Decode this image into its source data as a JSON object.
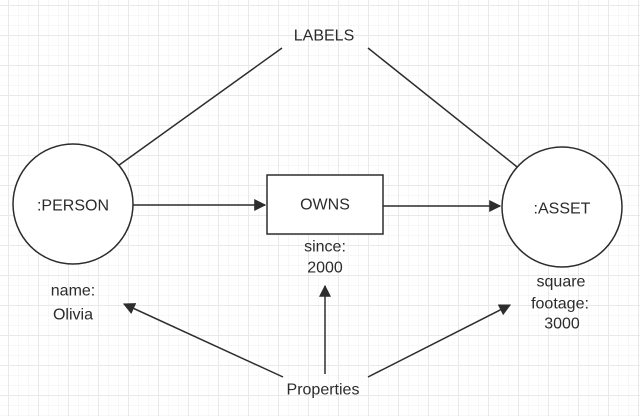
{
  "diagram": {
    "title_annotations": {
      "labels_annotation": "LABELS",
      "properties_annotation": "Properties"
    },
    "nodes": {
      "person_label": ":PERSON",
      "asset_label": ":ASSET"
    },
    "relationship": {
      "owns_label": "OWNS"
    },
    "properties": {
      "since": {
        "line1": "since:",
        "line2": "2000"
      },
      "name": {
        "line1": "name:",
        "line2": "Olivia"
      },
      "footage": {
        "line1": "square",
        "line2": "footage:",
        "line3": "3000"
      }
    },
    "colors": {
      "stroke": "#2d2d2d",
      "text": "#2b2b2b",
      "node_fill": "#ffffff",
      "grid_major": "#e9e9e9",
      "grid_minor": "#f7f7f7",
      "background": "#ffffff"
    }
  }
}
